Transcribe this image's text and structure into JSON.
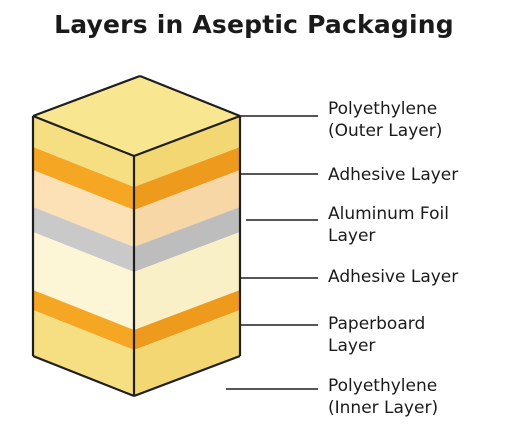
{
  "title": "Layers in Aseptic Packaging",
  "labels": [
    {
      "line1": "Polyethylene",
      "line2": "(Outer Layer)"
    },
    {
      "line1": "Adhesive Layer",
      "line2": ""
    },
    {
      "line1": "Aluminum Foil",
      "line2": "Layer"
    },
    {
      "line1": "Adhesive Layer",
      "line2": ""
    },
    {
      "line1": "Paperboard",
      "line2": "Layer"
    },
    {
      "line1": "Polyethylene",
      "line2": "(Inner Layer)"
    }
  ],
  "colors": {
    "outline": "#1f1f1f",
    "polyethylene_top": "#f8e790",
    "polyethylene_front": "#f6df82",
    "polyethylene_side": "#f2d773",
    "adhesive_front": "#f5a623",
    "adhesive_side": "#ee9a1c",
    "aluminum_front": "#c9c9c9",
    "aluminum_side": "#bdbdbd",
    "peach_front": "#fbe1b5",
    "peach_side": "#f6d7a5",
    "cream_front": "#fdf6d6",
    "cream_side": "#faf0c8"
  }
}
